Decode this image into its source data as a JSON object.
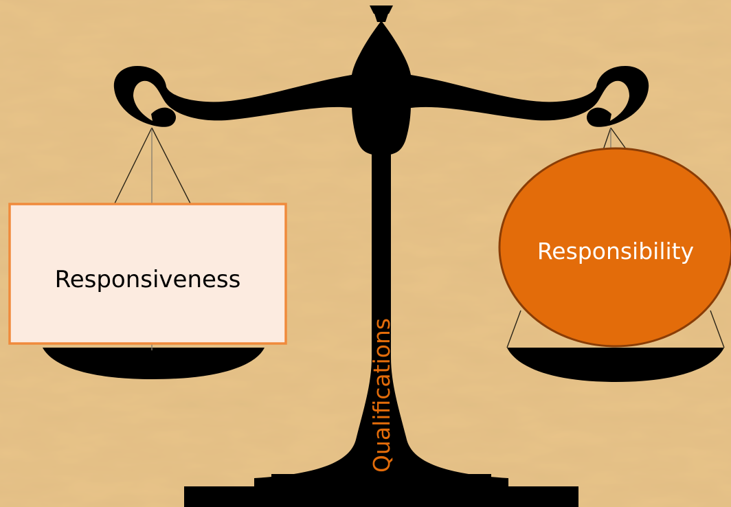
{
  "diagram": {
    "left_pan_label": "Responsiveness",
    "right_pan_label": "Responsibility",
    "pillar_label": "Qualifications"
  },
  "colors": {
    "background": "#e9c489",
    "silhouette": "#000000",
    "box_fill": "#fcebe0",
    "box_border": "#f08a3c",
    "circle_fill": "#e36c0a",
    "circle_border": "#8a3d06",
    "pillar_text": "#e36c0a",
    "label_text": "#000000"
  }
}
